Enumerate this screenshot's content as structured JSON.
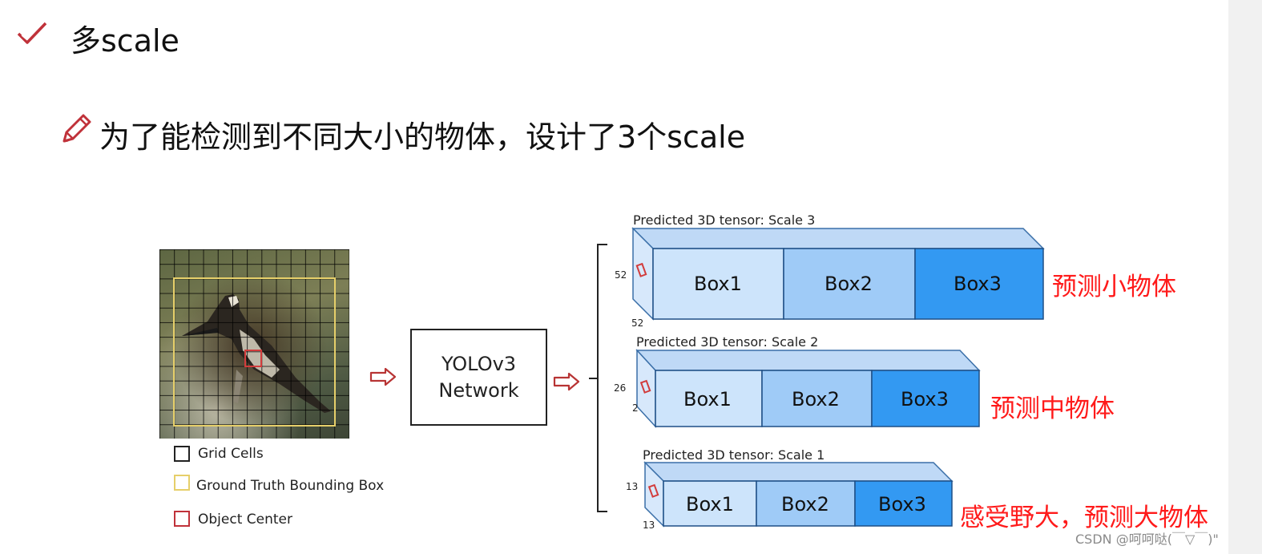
{
  "heading": "多scale",
  "subheading": "为了能检测到不同大小的物体，设计了3个scale",
  "legend": {
    "grid_cells": "Grid Cells",
    "ground_truth": "Ground Truth Bounding Box",
    "object_center": "Object Center"
  },
  "network": {
    "label": "YOLOv3\nNetwork"
  },
  "scales": [
    {
      "title": "Predicted 3D tensor: Scale 3",
      "dim_h": "52",
      "dim_w": "52",
      "boxes": [
        "Box1",
        "Box2",
        "Box3"
      ],
      "note": "预测小物体"
    },
    {
      "title": "Predicted 3D tensor: Scale 2",
      "dim_h": "26",
      "dim_w": "2",
      "boxes": [
        "Box1",
        "Box2",
        "Box3"
      ],
      "note": "预测中物体"
    },
    {
      "title": "Predicted 3D tensor: Scale 1",
      "dim_h": "13",
      "dim_w": "13",
      "boxes": [
        "Box1",
        "Box2",
        "Box3"
      ],
      "note": "感受野大，预测大物体"
    }
  ],
  "watermark": "CSDN @呵呵哒(￣▽￣)\"",
  "colors": {
    "box1": "#cde4fb",
    "box2": "#9fcbf7",
    "box3": "#3399f2",
    "tensor_top": "#bfd9f6",
    "tensor_side": "#d7e8fb",
    "accent_red": "#ff1a1a",
    "arrow_red": "#b83434"
  },
  "icons": {
    "heading_icon": "check-icon",
    "subheading_icon": "pencil-icon"
  }
}
